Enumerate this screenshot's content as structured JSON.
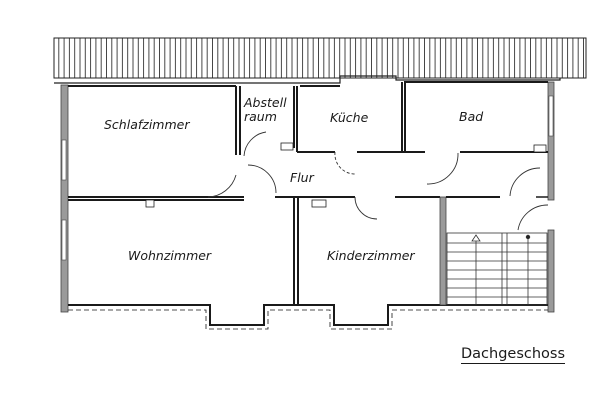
{
  "floor_plan": {
    "title": "Dachgeschoss",
    "rooms": [
      {
        "label": "Schlafzimmer"
      },
      {
        "label": "Abstell"
      },
      {
        "label": "raum"
      },
      {
        "label": "Küche"
      },
      {
        "label": "Bad"
      },
      {
        "label": "Flur"
      },
      {
        "label": "Wohnzimmer"
      },
      {
        "label": "Kinderzimmer"
      }
    ],
    "colors": {
      "wall": "#1a1a1a",
      "wall_hatch": "#9a9a9a",
      "background": "#ffffff"
    }
  }
}
